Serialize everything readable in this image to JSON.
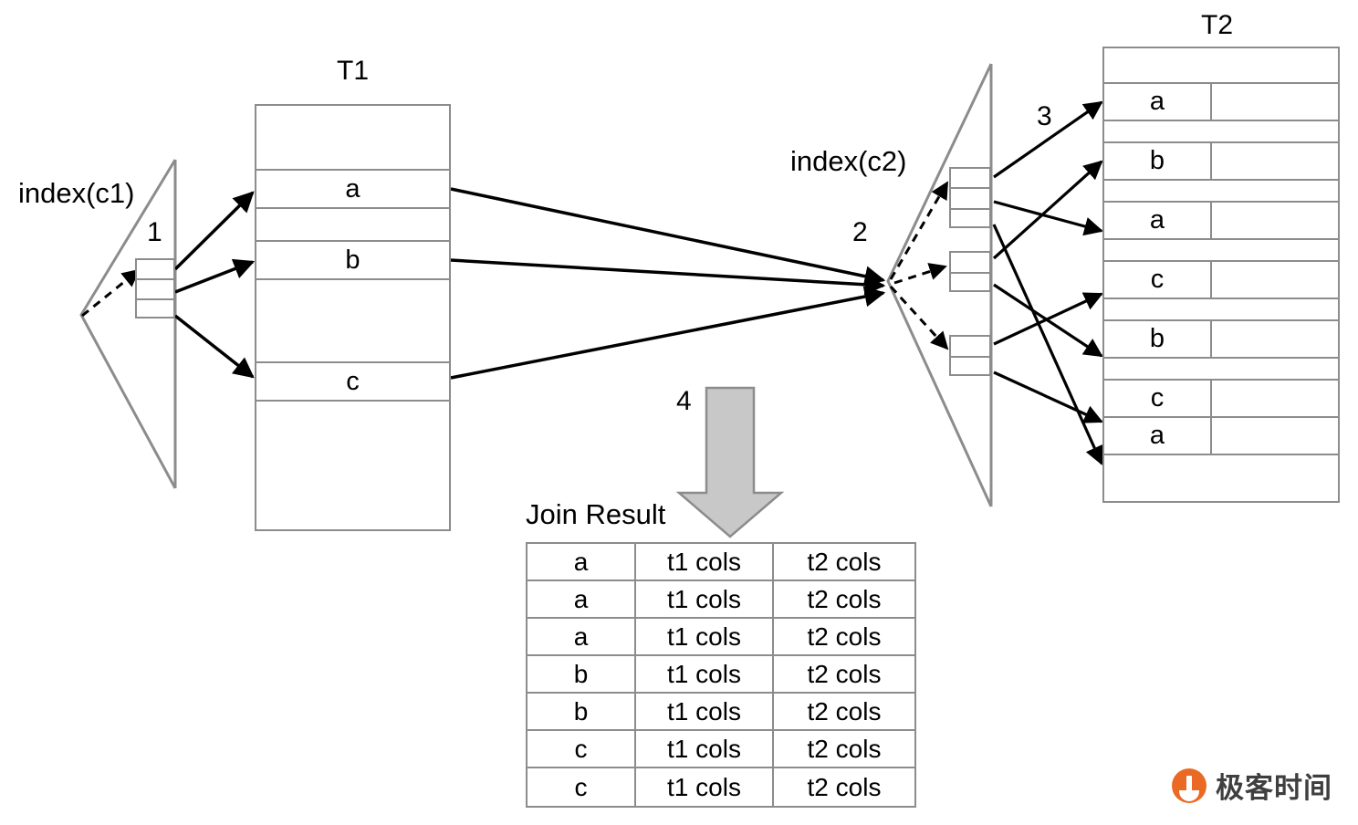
{
  "diagram": {
    "title_t1": "T1",
    "title_t2": "T2",
    "index_c1_label": "index(c1)",
    "index_c2_label": "index(c2)",
    "join_result_label": "Join Result",
    "steps": {
      "one": "1",
      "two": "2",
      "three": "3",
      "four": "4"
    },
    "colors": {
      "line_gray": "#8c8c8c",
      "arrow_black": "#000000",
      "gray_arrow_fill": "#c8c8c8",
      "gray_arrow_stroke": "#8c8c8c",
      "brand_orange": "#ea6a25"
    }
  },
  "t1": {
    "title": "T1",
    "rows": [
      {
        "key": "",
        "height": 71
      },
      {
        "key": "a",
        "height": 42
      },
      {
        "key": "",
        "height": 36
      },
      {
        "key": "b",
        "height": 42
      },
      {
        "key": "",
        "height": 91
      },
      {
        "key": "c",
        "height": 42
      },
      {
        "key": "",
        "height": 140
      }
    ]
  },
  "t2": {
    "title": "T2",
    "rows": [
      {
        "key": "",
        "height": 39
      },
      {
        "key": "a",
        "height": 41
      },
      {
        "key": "",
        "height": 24
      },
      {
        "key": "b",
        "height": 41
      },
      {
        "key": "",
        "height": 24
      },
      {
        "key": "a",
        "height": 41
      },
      {
        "key": "",
        "height": 24
      },
      {
        "key": "c",
        "height": 41
      },
      {
        "key": "",
        "height": 24
      },
      {
        "key": "b",
        "height": 41
      },
      {
        "key": "",
        "height": 24
      },
      {
        "key": "c",
        "height": 41
      },
      {
        "key": "a",
        "height": 41
      },
      {
        "key": "",
        "height": 50
      }
    ]
  },
  "index_c1": {
    "label": "index(c1)",
    "step": "1",
    "cells": 3
  },
  "index_c2": {
    "label": "index(c2)",
    "step": "2",
    "groups": [
      3,
      2,
      2
    ]
  },
  "join_result": {
    "label": "Join Result",
    "step": "4",
    "columns": [
      "",
      "t1 cols",
      "t2 cols"
    ],
    "rows": [
      {
        "key": "a",
        "t1": "t1 cols",
        "t2": "t2 cols"
      },
      {
        "key": "a",
        "t1": "t1 cols",
        "t2": "t2 cols"
      },
      {
        "key": "a",
        "t1": "t1 cols",
        "t2": "t2 cols"
      },
      {
        "key": "b",
        "t1": "t1 cols",
        "t2": "t2 cols"
      },
      {
        "key": "b",
        "t1": "t1 cols",
        "t2": "t2 cols"
      },
      {
        "key": "c",
        "t1": "t1 cols",
        "t2": "t2 cols"
      },
      {
        "key": "c",
        "t1": "t1 cols",
        "t2": "t2 cols"
      }
    ]
  },
  "watermark": {
    "text": "极客时间",
    "icon": "geektime-logo-icon"
  }
}
